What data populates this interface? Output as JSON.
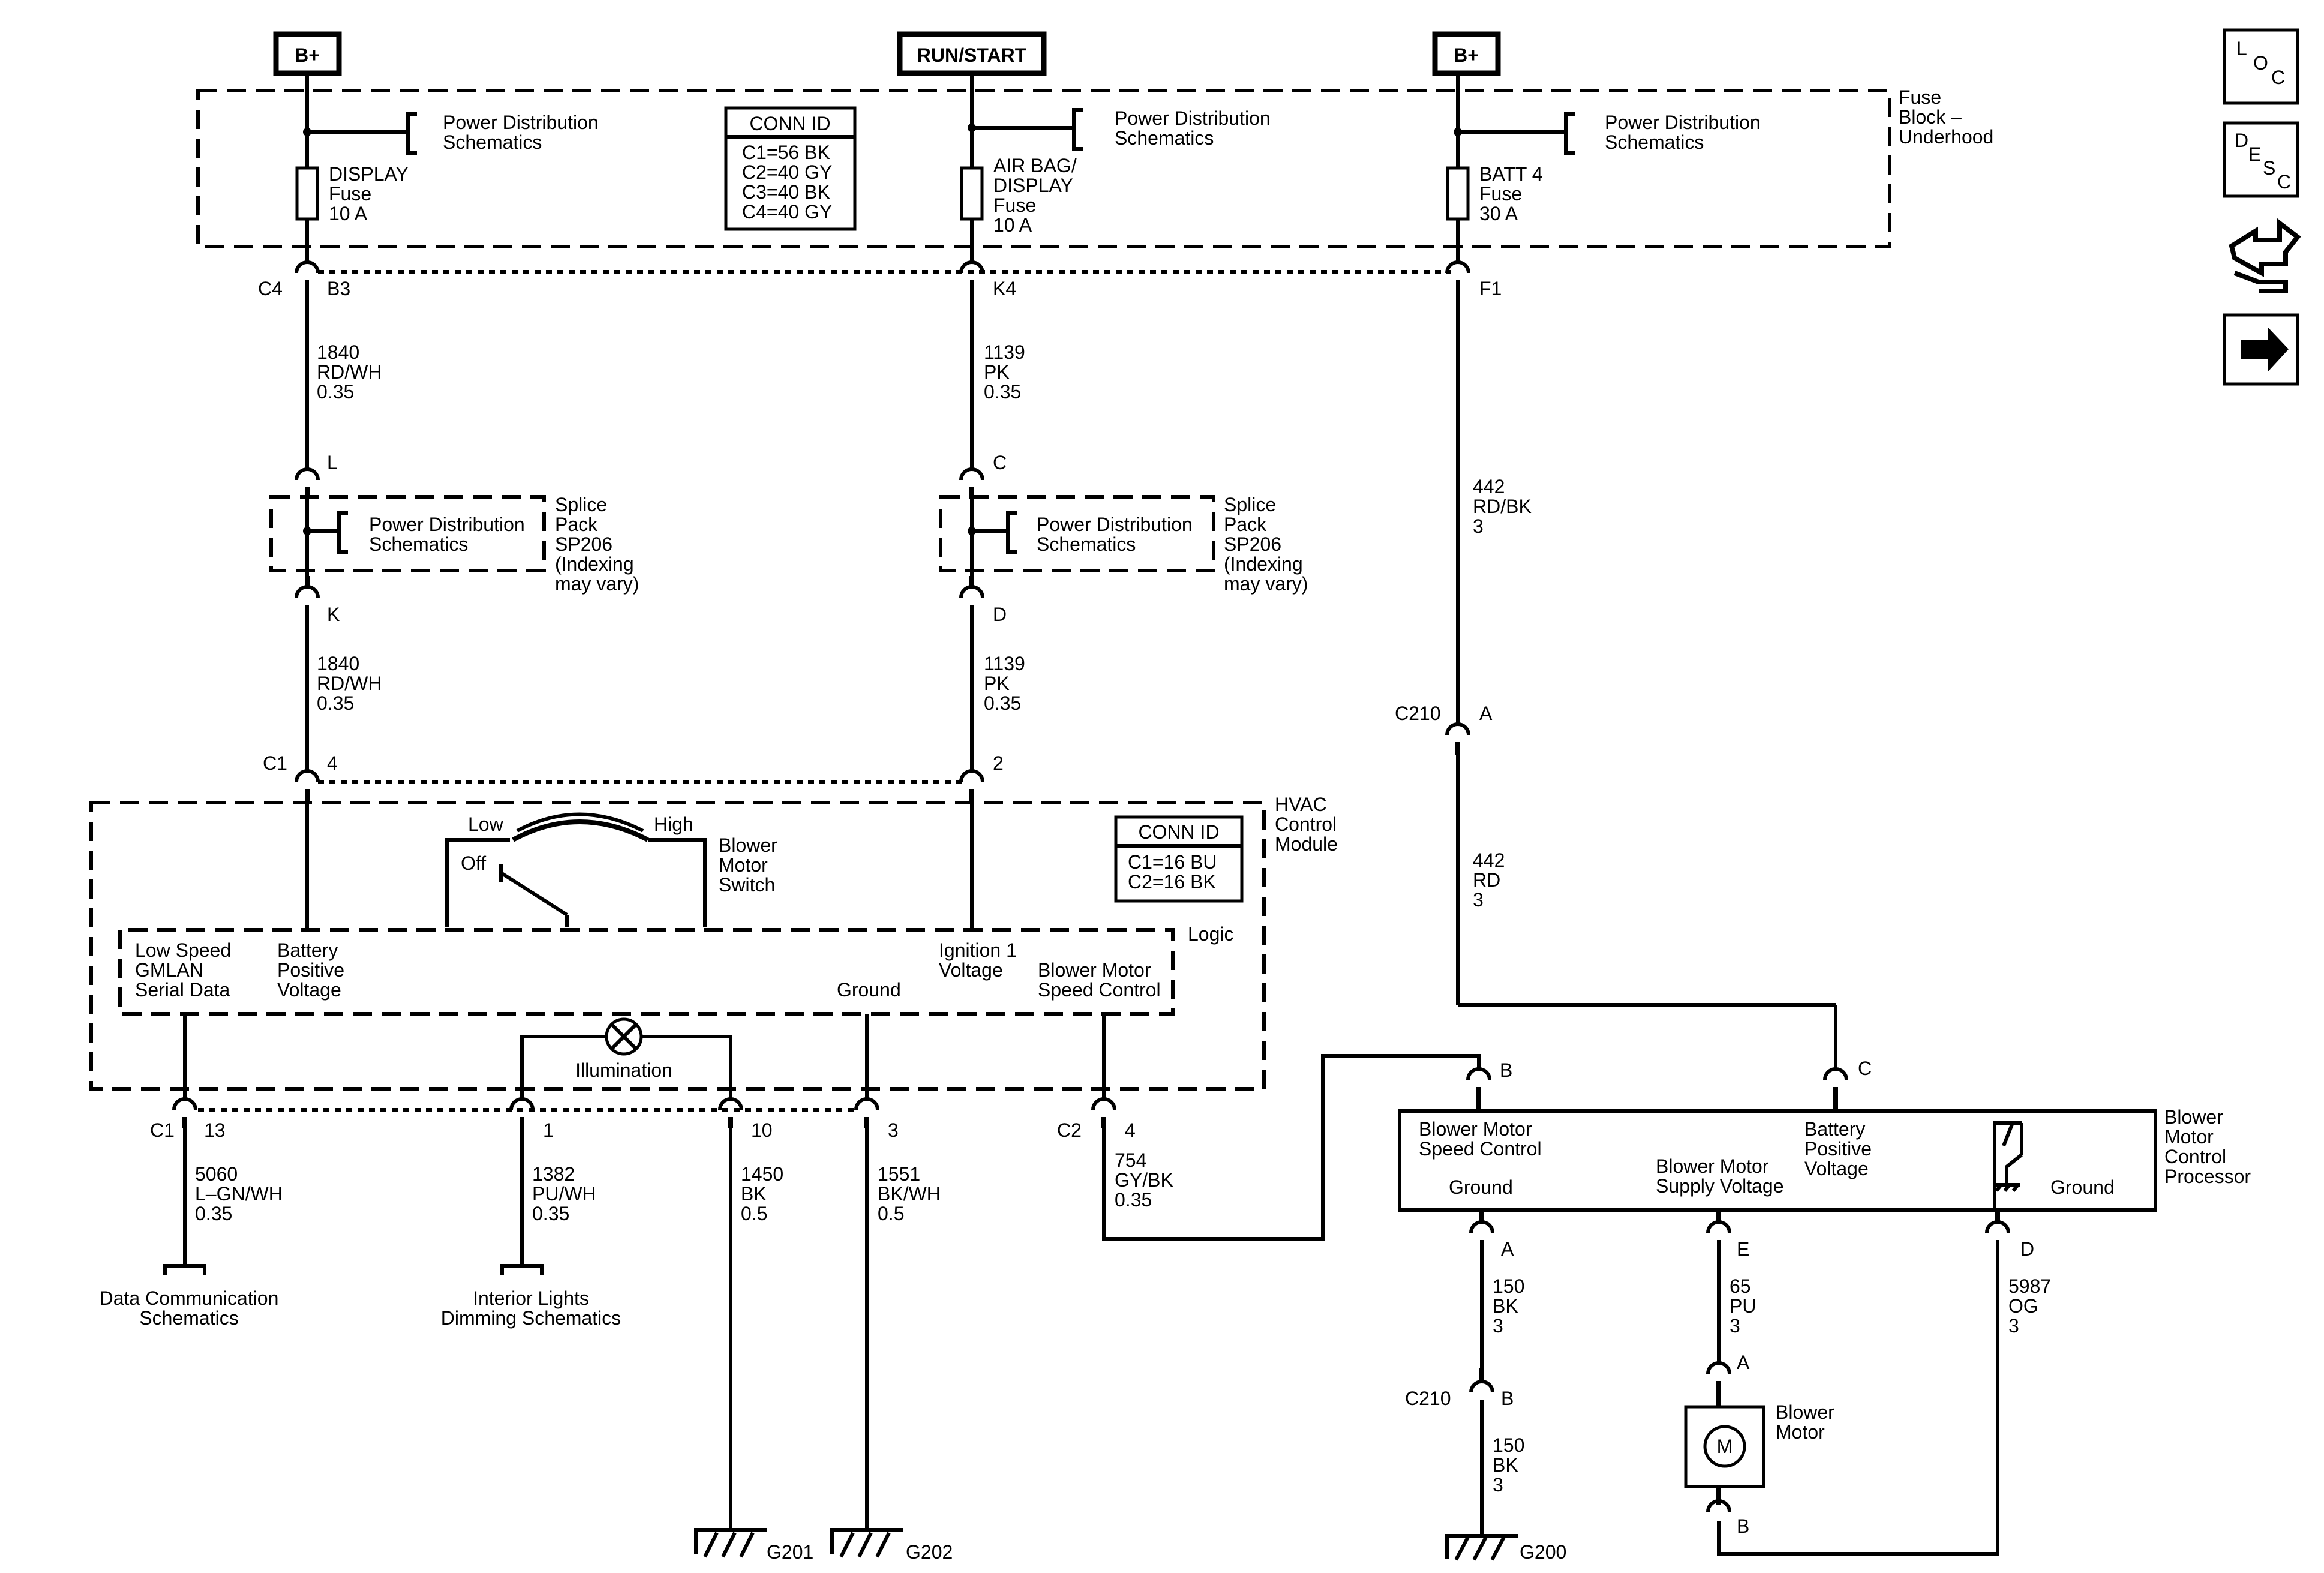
{
  "headers": {
    "bplus_left": "B+",
    "run_start": "RUN/START",
    "bplus_right": "B+"
  },
  "fuse_block": {
    "label": [
      "Fuse",
      "Block –",
      "Underhood"
    ],
    "pd_left": [
      "Power Distribution",
      "Schematics"
    ],
    "pd_mid": [
      "Power Distribution",
      "Schematics"
    ],
    "pd_right": [
      "Power Distribution",
      "Schematics"
    ],
    "fuse_display": [
      "DISPLAY",
      "Fuse",
      "10 A"
    ],
    "fuse_airbag": [
      "AIR BAG/",
      "DISPLAY",
      "Fuse",
      "10 A"
    ],
    "fuse_batt4": [
      "BATT 4",
      "Fuse",
      "30 A"
    ],
    "conn_id": {
      "title": "CONN ID",
      "lines": [
        "C1=56 BK",
        "C2=40 GY",
        "C3=40 BK",
        "C4=40 GY"
      ]
    }
  },
  "connectors": {
    "c4": "C4",
    "b3": "B3",
    "k4": "K4",
    "f1": "F1",
    "l": "L",
    "k": "K",
    "c": "C",
    "d": "D",
    "c1_top": "C1",
    "pin4": "4",
    "pin2": "2",
    "c210_top": "C210",
    "pin_a_top": "A",
    "c1_bottom": "C1",
    "pin13": "13",
    "pin1": "1",
    "pin10": "10",
    "pin3": "3",
    "c2": "C2",
    "pin4_c2": "4",
    "bmcp_b": "B",
    "bmcp_c": "C",
    "bmcp_a": "A",
    "bmcp_e": "E",
    "bmcp_d": "D",
    "c210_bottom": "C210",
    "pin_b_bottom": "B",
    "motor_a": "A",
    "motor_b": "B"
  },
  "wires": {
    "w1840_top": [
      "1840",
      "RD/WH",
      "0.35"
    ],
    "w1139_top": [
      "1139",
      "PK",
      "0.35"
    ],
    "w442_top": [
      "442",
      "RD/BK",
      "3"
    ],
    "w1840_bot": [
      "1840",
      "RD/WH",
      "0.35"
    ],
    "w1139_bot": [
      "1139",
      "PK",
      "0.35"
    ],
    "w442_bot": [
      "442",
      "RD",
      "3"
    ],
    "w5060": [
      "5060",
      "L–GN/WH",
      "0.35"
    ],
    "w1382": [
      "1382",
      "PU/WH",
      "0.35"
    ],
    "w1450": [
      "1450",
      "BK",
      "0.5"
    ],
    "w1551": [
      "1551",
      "BK/WH",
      "0.5"
    ],
    "w754": [
      "754",
      "GY/BK",
      "0.35"
    ],
    "w150_top": [
      "150",
      "BK",
      "3"
    ],
    "w65": [
      "65",
      "PU",
      "3"
    ],
    "w5987": [
      "5987",
      "OG",
      "3"
    ],
    "w150_bot": [
      "150",
      "BK",
      "3"
    ]
  },
  "splices": {
    "left_pd": [
      "Power Distribution",
      "Schematics"
    ],
    "mid_pd": [
      "Power Distribution",
      "Schematics"
    ],
    "left_label": [
      "Splice",
      "Pack",
      "SP206",
      "(Indexing",
      "may vary)"
    ],
    "mid_label": [
      "Splice",
      "Pack",
      "SP206",
      "(Indexing",
      "may vary)"
    ]
  },
  "hvac": {
    "label": [
      "HVAC",
      "Control",
      "Module"
    ],
    "conn_id": {
      "title": "CONN ID",
      "lines": [
        "C1=16 BU",
        "C2=16 BK"
      ]
    },
    "switch": {
      "low": "Low",
      "high": "High",
      "off": "Off",
      "name": [
        "Blower",
        "Motor",
        "Switch"
      ]
    },
    "logic": "Logic",
    "low_speed": [
      "Low Speed",
      "GMLAN",
      "Serial Data"
    ],
    "battery": [
      "Battery",
      "Positive",
      "Voltage"
    ],
    "ignition": [
      "Ignition 1",
      "Voltage"
    ],
    "blower_speed": [
      "Blower Motor",
      "Speed Control"
    ],
    "ground": "Ground",
    "illumination": "Illumination"
  },
  "bmcp": {
    "label": [
      "Blower",
      "Motor",
      "Control",
      "Processor"
    ],
    "speed": [
      "Blower Motor",
      "Speed Control"
    ],
    "battery": [
      "Battery",
      "Positive",
      "Voltage"
    ],
    "supply": [
      "Blower Motor",
      "Supply Voltage"
    ],
    "ground_left": "Ground",
    "ground_right": "Ground"
  },
  "bottom_labels": {
    "data_comm": [
      "Data Communication",
      "Schematics"
    ],
    "interior": [
      "Interior Lights",
      "Dimming Schematics"
    ],
    "g201": "G201",
    "g202": "G202",
    "g200": "G200",
    "motor_symbol": "M",
    "motor_name": [
      "Blower",
      "Motor"
    ]
  },
  "side_icons": {
    "loc": [
      "L",
      "O",
      "C"
    ],
    "desc": [
      "D",
      "E",
      "S",
      "C"
    ],
    "names": [
      "loc-icon",
      "desc-icon",
      "connector-icon",
      "arrow-right-icon"
    ]
  }
}
